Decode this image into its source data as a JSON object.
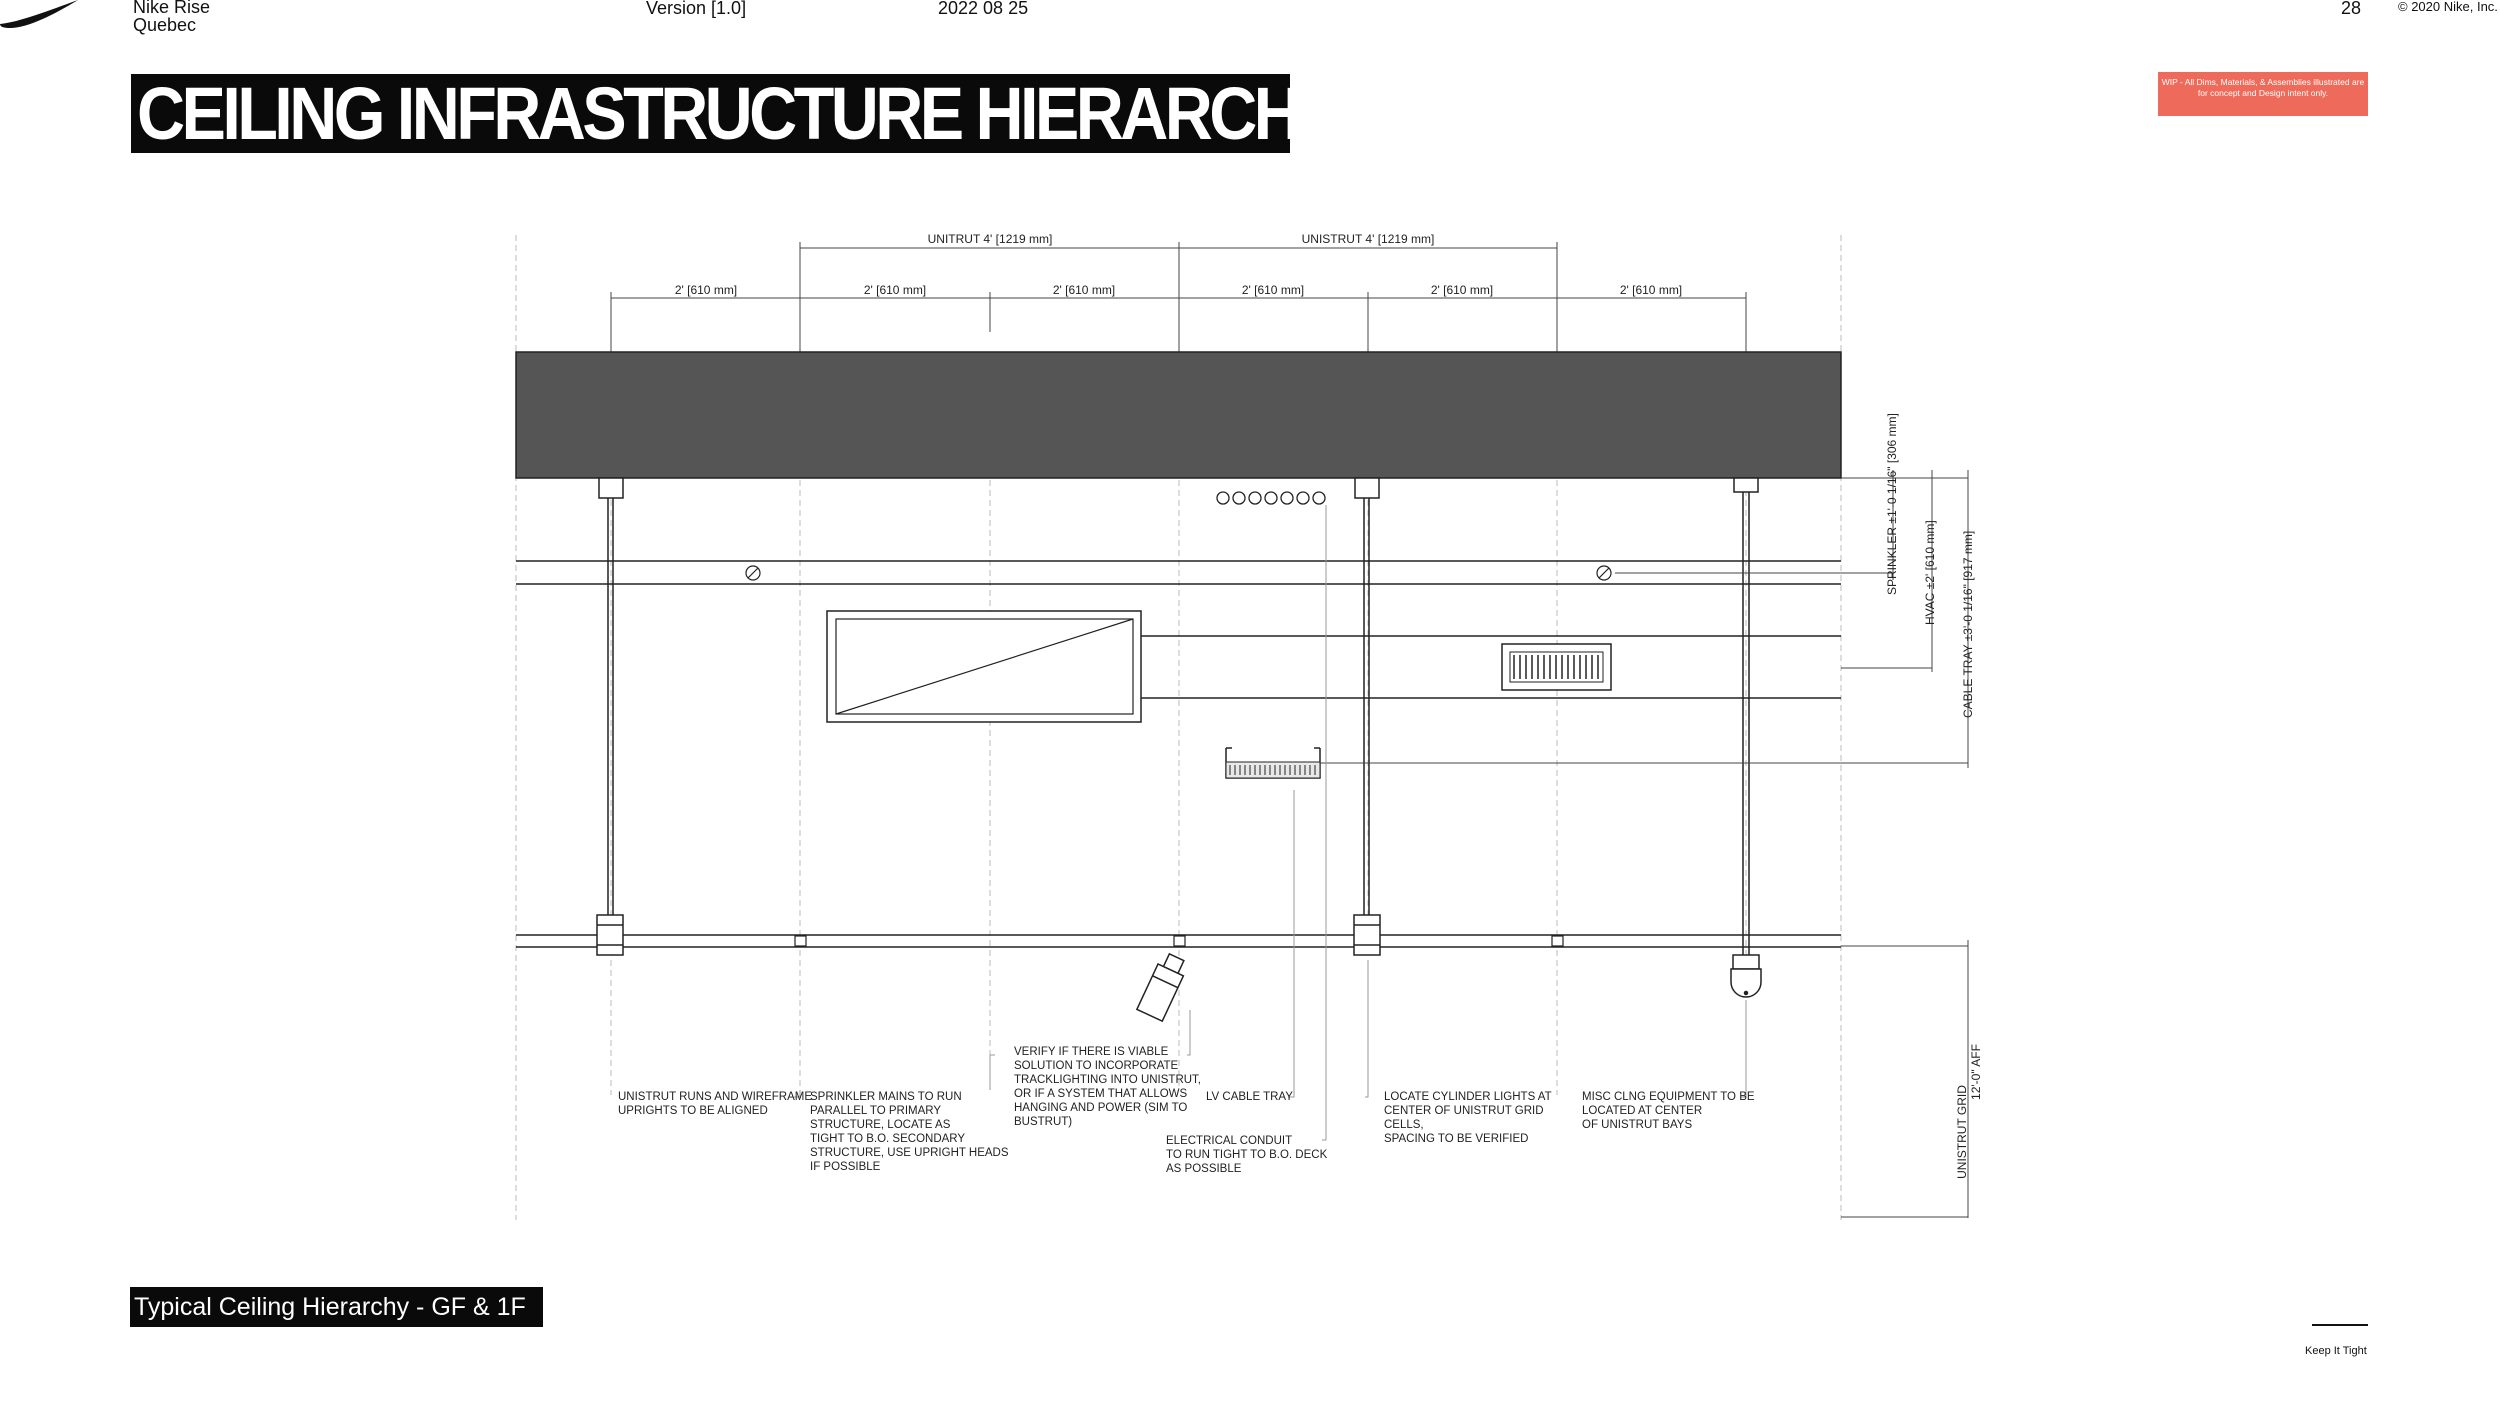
{
  "header": {
    "brand_line1": "Nike Rise",
    "brand_line2": "Quebec",
    "version": "Version [1.0]",
    "date": "2022 08 25",
    "page_number": "28",
    "copyright": "© 2020 Nike, Inc."
  },
  "title": "CEILING INFRASTRUCTURE HIERARCHY",
  "wip_note": "WIP - All Dims, Materials, & Assemblies illustrated are for concept and Design intent only.",
  "subtitle": "Typical Ceiling Hierarchy - GF & 1F",
  "footer": {
    "keep": "Keep It Tight"
  },
  "diagram": {
    "top_dims": [
      "UNITRUT 4' [1219 mm]",
      "UNISTRUT 4' [1219 mm]"
    ],
    "bay_dims": [
      "2' [610 mm]",
      "2' [610 mm]",
      "2' [610 mm]",
      "2' [610 mm]",
      "2' [610 mm]",
      "2' [610 mm]"
    ],
    "right_dims": {
      "sprinkler": "SPRINKLER ±1'-0 1/16\" [306 mm]",
      "hvac": "HVAC ±2' [610 mm]",
      "cable_tray": "CABLE TRAY ±3'-0 1/16\" [917 mm]",
      "grid_line1": "UNISTRUT GRID",
      "grid_line2": "12'-0\" AFF"
    },
    "notes": {
      "n1": [
        "UNISTRUT RUNS AND WIREFRAME",
        "UPRIGHTS TO BE ALIGNED"
      ],
      "n2": [
        "SPRINKLER MAINS TO RUN",
        "PARALLEL TO PRIMARY",
        "STRUCTURE, LOCATE AS",
        "TIGHT TO B.O. SECONDARY",
        "STRUCTURE, USE UPRIGHT HEADS",
        "IF POSSIBLE"
      ],
      "n3": [
        "VERIFY IF THERE IS VIABLE",
        "SOLUTION TO INCORPORATE",
        "TRACKLIGHTING INTO UNISTRUT,",
        "OR IF A SYSTEM THAT ALLOWS",
        "HANGING AND POWER (SIM TO",
        "BUSTRUT)"
      ],
      "n4": [
        "LV CABLE TRAY"
      ],
      "n5": [
        "ELECTRICAL CONDUIT",
        "TO RUN TIGHT TO B.O. DECK",
        "AS POSSIBLE"
      ],
      "n6": [
        "LOCATE CYLINDER LIGHTS AT",
        "CENTER OF UNISTRUT GRID",
        "CELLS,",
        "SPACING TO BE VERIFIED"
      ],
      "n7": [
        "MISC CLNG EQUIPMENT TO BE",
        "LOCATED AT CENTER",
        "OF UNISTRUT BAYS"
      ]
    }
  }
}
